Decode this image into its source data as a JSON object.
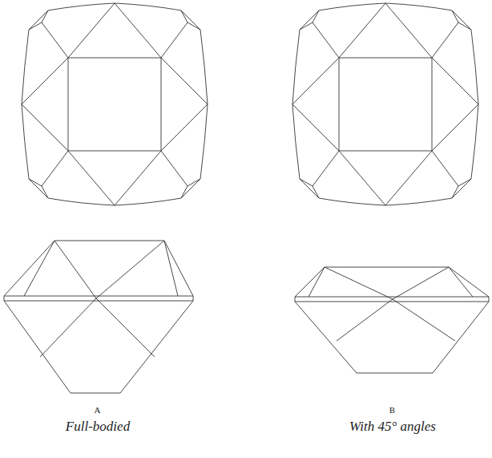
{
  "diagram": {
    "labels": [
      "A",
      "Full-bodied",
      "B",
      "With 45° angles"
    ]
  }
}
